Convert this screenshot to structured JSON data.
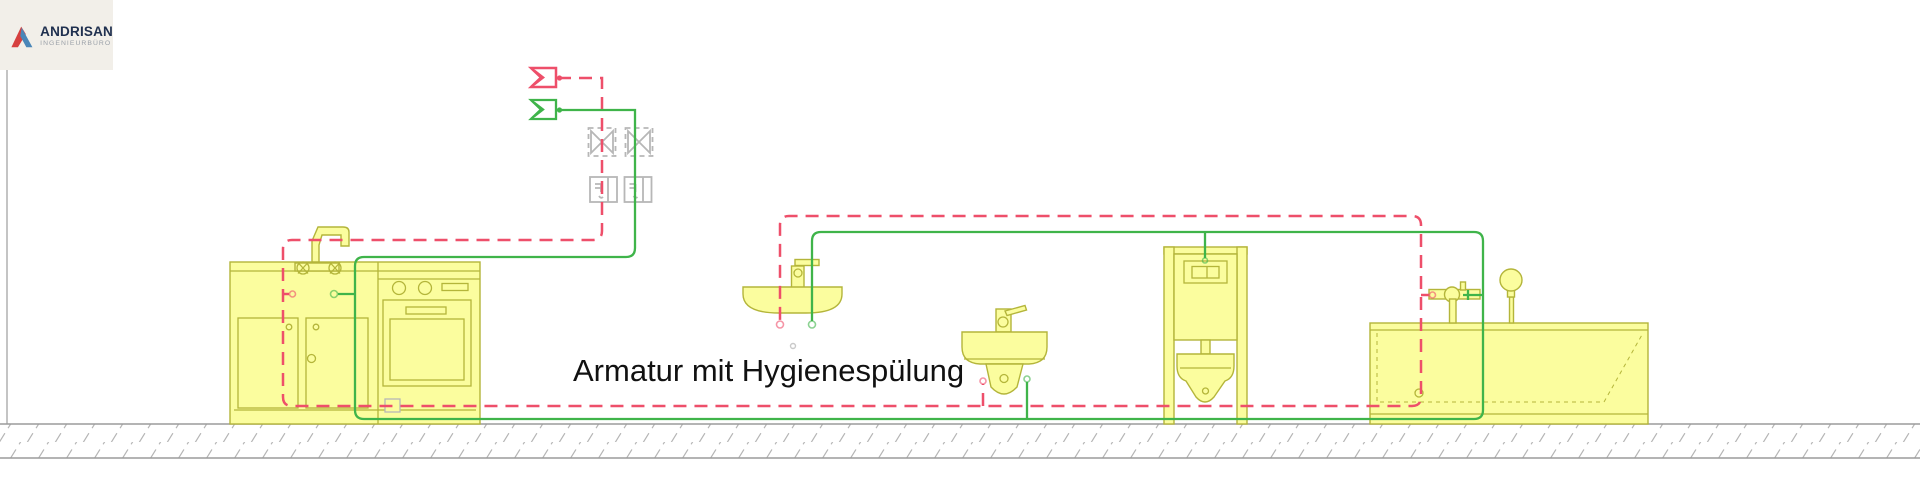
{
  "logo": {
    "title": "ANDRISAN",
    "subtitle": "INGENIEURBÜRO"
  },
  "annotation": {
    "label": "Armatur mit Hygienespülung"
  },
  "icons": {
    "hot_inlet": "double-chevron-pipe-inlet",
    "cold_inlet": "double-chevron-pipe-inlet",
    "shutoff_valve": "bowtie-valve-in-dashed-box",
    "water_meter": "meter-box"
  },
  "colors": {
    "hot": "#ee4f6a",
    "cold": "#3fb44a",
    "fixture_fill": "#fbfd9e",
    "fixture_stroke": "#b4b53a",
    "symbol_gray": "#b7b7b7",
    "floor_gray": "#9b9b9b",
    "hatch_gray": "#b5b5b5",
    "wall_gray": "#ababab",
    "annotation_color": "#111111",
    "logo_bg": "#f2efe9",
    "logo_navy": "#20304f",
    "logo_gray": "#9aa0a8",
    "logo_red": "#d6403f",
    "logo_blue": "#4a86b8"
  }
}
